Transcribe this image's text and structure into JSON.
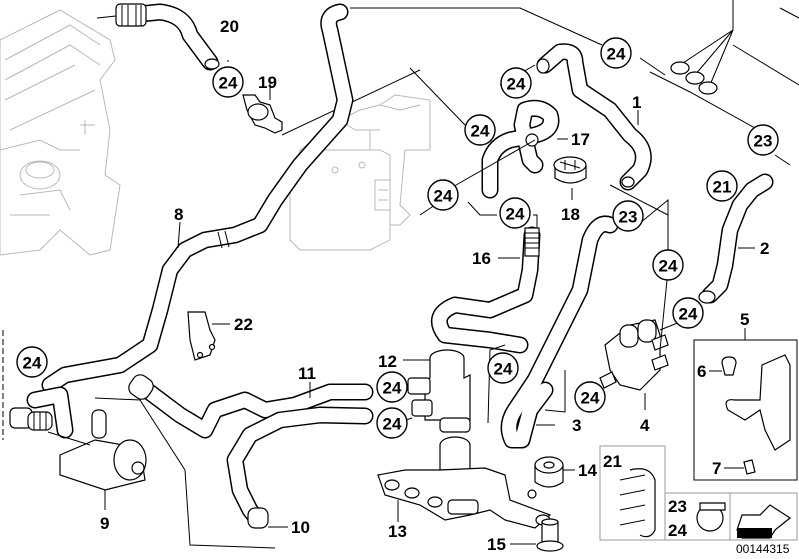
{
  "diagram": {
    "title": "Heater hoses / water valve assembly",
    "document_number": "00144315",
    "callouts_plain": [
      {
        "id": "lbl-1",
        "text": "1"
      },
      {
        "id": "lbl-2",
        "text": "2"
      },
      {
        "id": "lbl-3",
        "text": "3"
      },
      {
        "id": "lbl-4",
        "text": "4"
      },
      {
        "id": "lbl-5",
        "text": "5"
      },
      {
        "id": "lbl-6",
        "text": "6"
      },
      {
        "id": "lbl-7",
        "text": "7"
      },
      {
        "id": "lbl-8",
        "text": "8"
      },
      {
        "id": "lbl-9",
        "text": "9"
      },
      {
        "id": "lbl-10",
        "text": "10"
      },
      {
        "id": "lbl-11",
        "text": "11"
      },
      {
        "id": "lbl-12",
        "text": "12"
      },
      {
        "id": "lbl-13",
        "text": "13"
      },
      {
        "id": "lbl-14",
        "text": "14"
      },
      {
        "id": "lbl-15",
        "text": "15"
      },
      {
        "id": "lbl-16",
        "text": "16"
      },
      {
        "id": "lbl-17",
        "text": "17"
      },
      {
        "id": "lbl-18",
        "text": "18"
      },
      {
        "id": "lbl-19",
        "text": "19"
      },
      {
        "id": "lbl-20",
        "text": "20"
      },
      {
        "id": "lbl-21",
        "text": "21"
      },
      {
        "id": "lbl-22",
        "text": "22"
      },
      {
        "id": "lbl-23",
        "text": "23"
      },
      {
        "id": "lbl-24",
        "text": "24"
      }
    ],
    "callouts_circled": [
      {
        "text": "24"
      },
      {
        "text": "24"
      },
      {
        "text": "24"
      },
      {
        "text": "24"
      },
      {
        "text": "24"
      },
      {
        "text": "24"
      },
      {
        "text": "24"
      },
      {
        "text": "24"
      },
      {
        "text": "24"
      },
      {
        "text": "24"
      },
      {
        "text": "24"
      },
      {
        "text": "24"
      },
      {
        "text": "24"
      },
      {
        "text": "23"
      },
      {
        "text": "23"
      },
      {
        "text": "21"
      }
    ],
    "legend_box": {
      "clip_label": "21",
      "clamp_labels": [
        "23",
        "24"
      ]
    }
  }
}
